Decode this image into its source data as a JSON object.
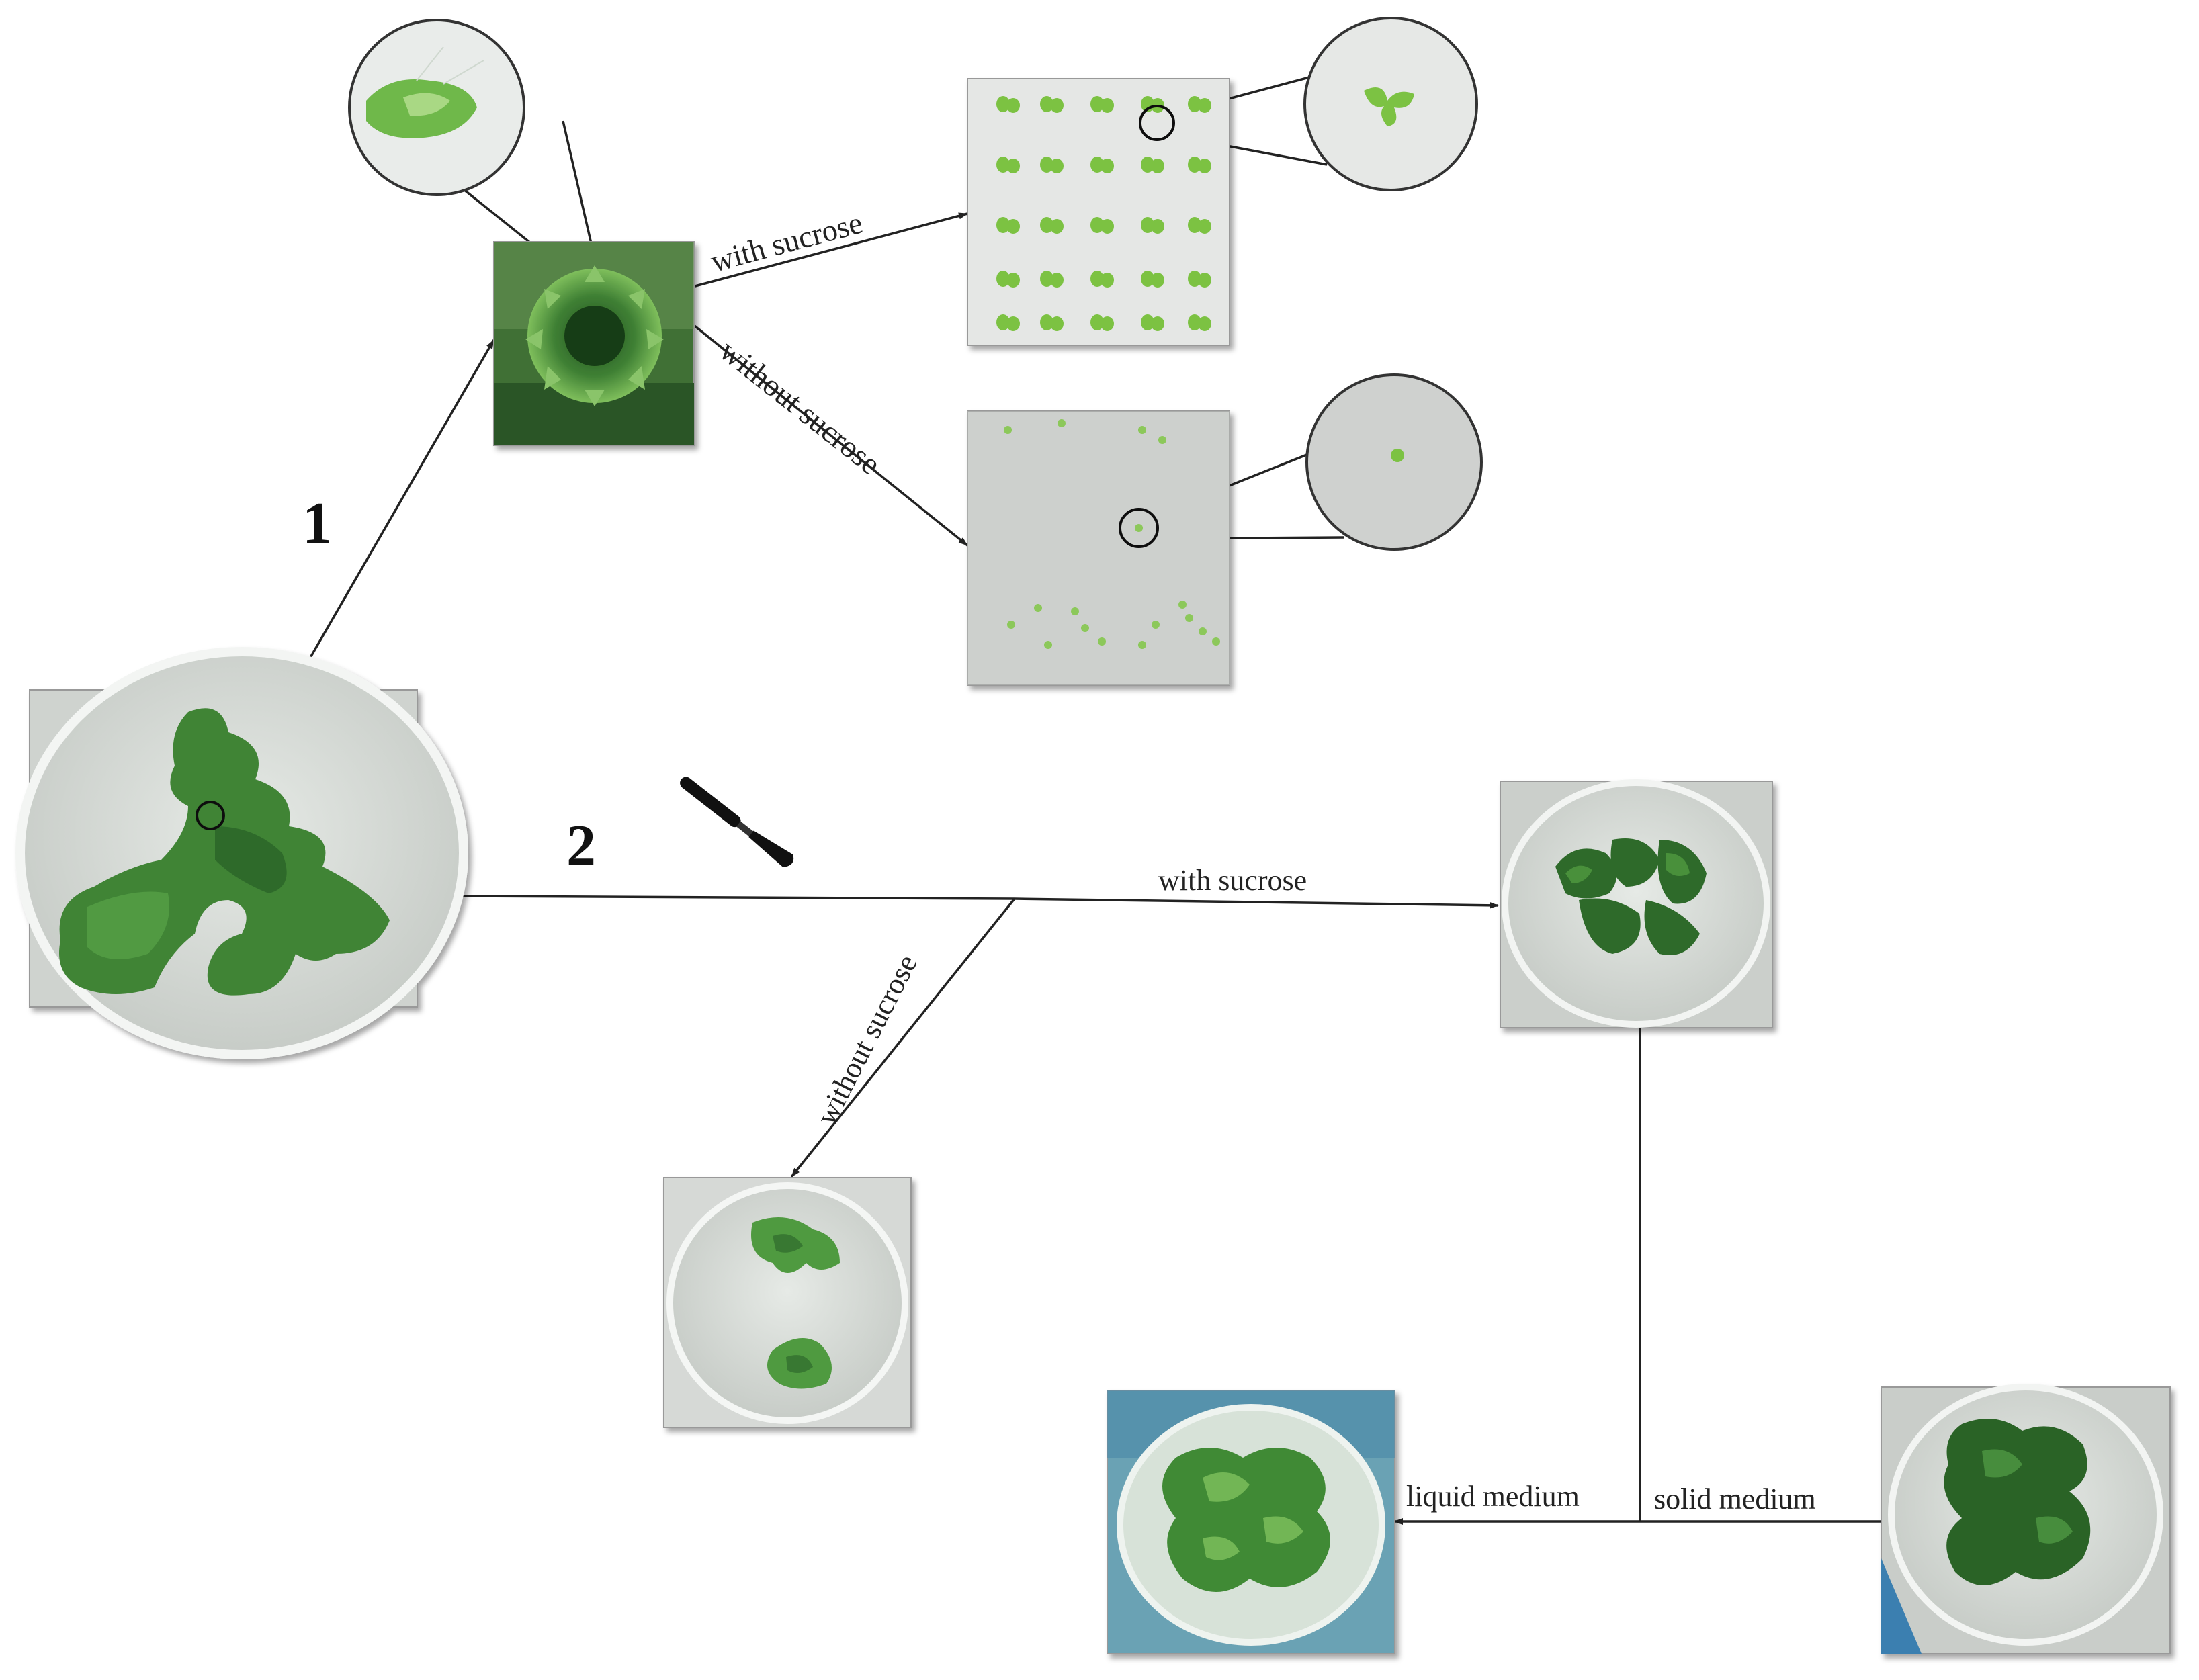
{
  "steps": {
    "step1": "1",
    "step2": "2"
  },
  "labels": {
    "with_sucrose_upper": "with sucrose",
    "without_sucrose_upper": "without sucrose",
    "with_sucrose_lower": "with sucrose",
    "without_sucrose_lower": "without sucrose",
    "liquid_medium": "liquid medium",
    "solid_medium": "solid medium"
  },
  "icons": [
    "scalpel-icon",
    "magnifier-circle"
  ],
  "colors": {
    "arrow": "#222222",
    "thallus_dark": "#2f6b2a",
    "thallus_mid": "#4a8a3c",
    "thallus_light": "#86c25a",
    "gemma": "#7cc243",
    "dish_bg": "#d8dcd8",
    "photo_frame": "#9a9a9a"
  }
}
